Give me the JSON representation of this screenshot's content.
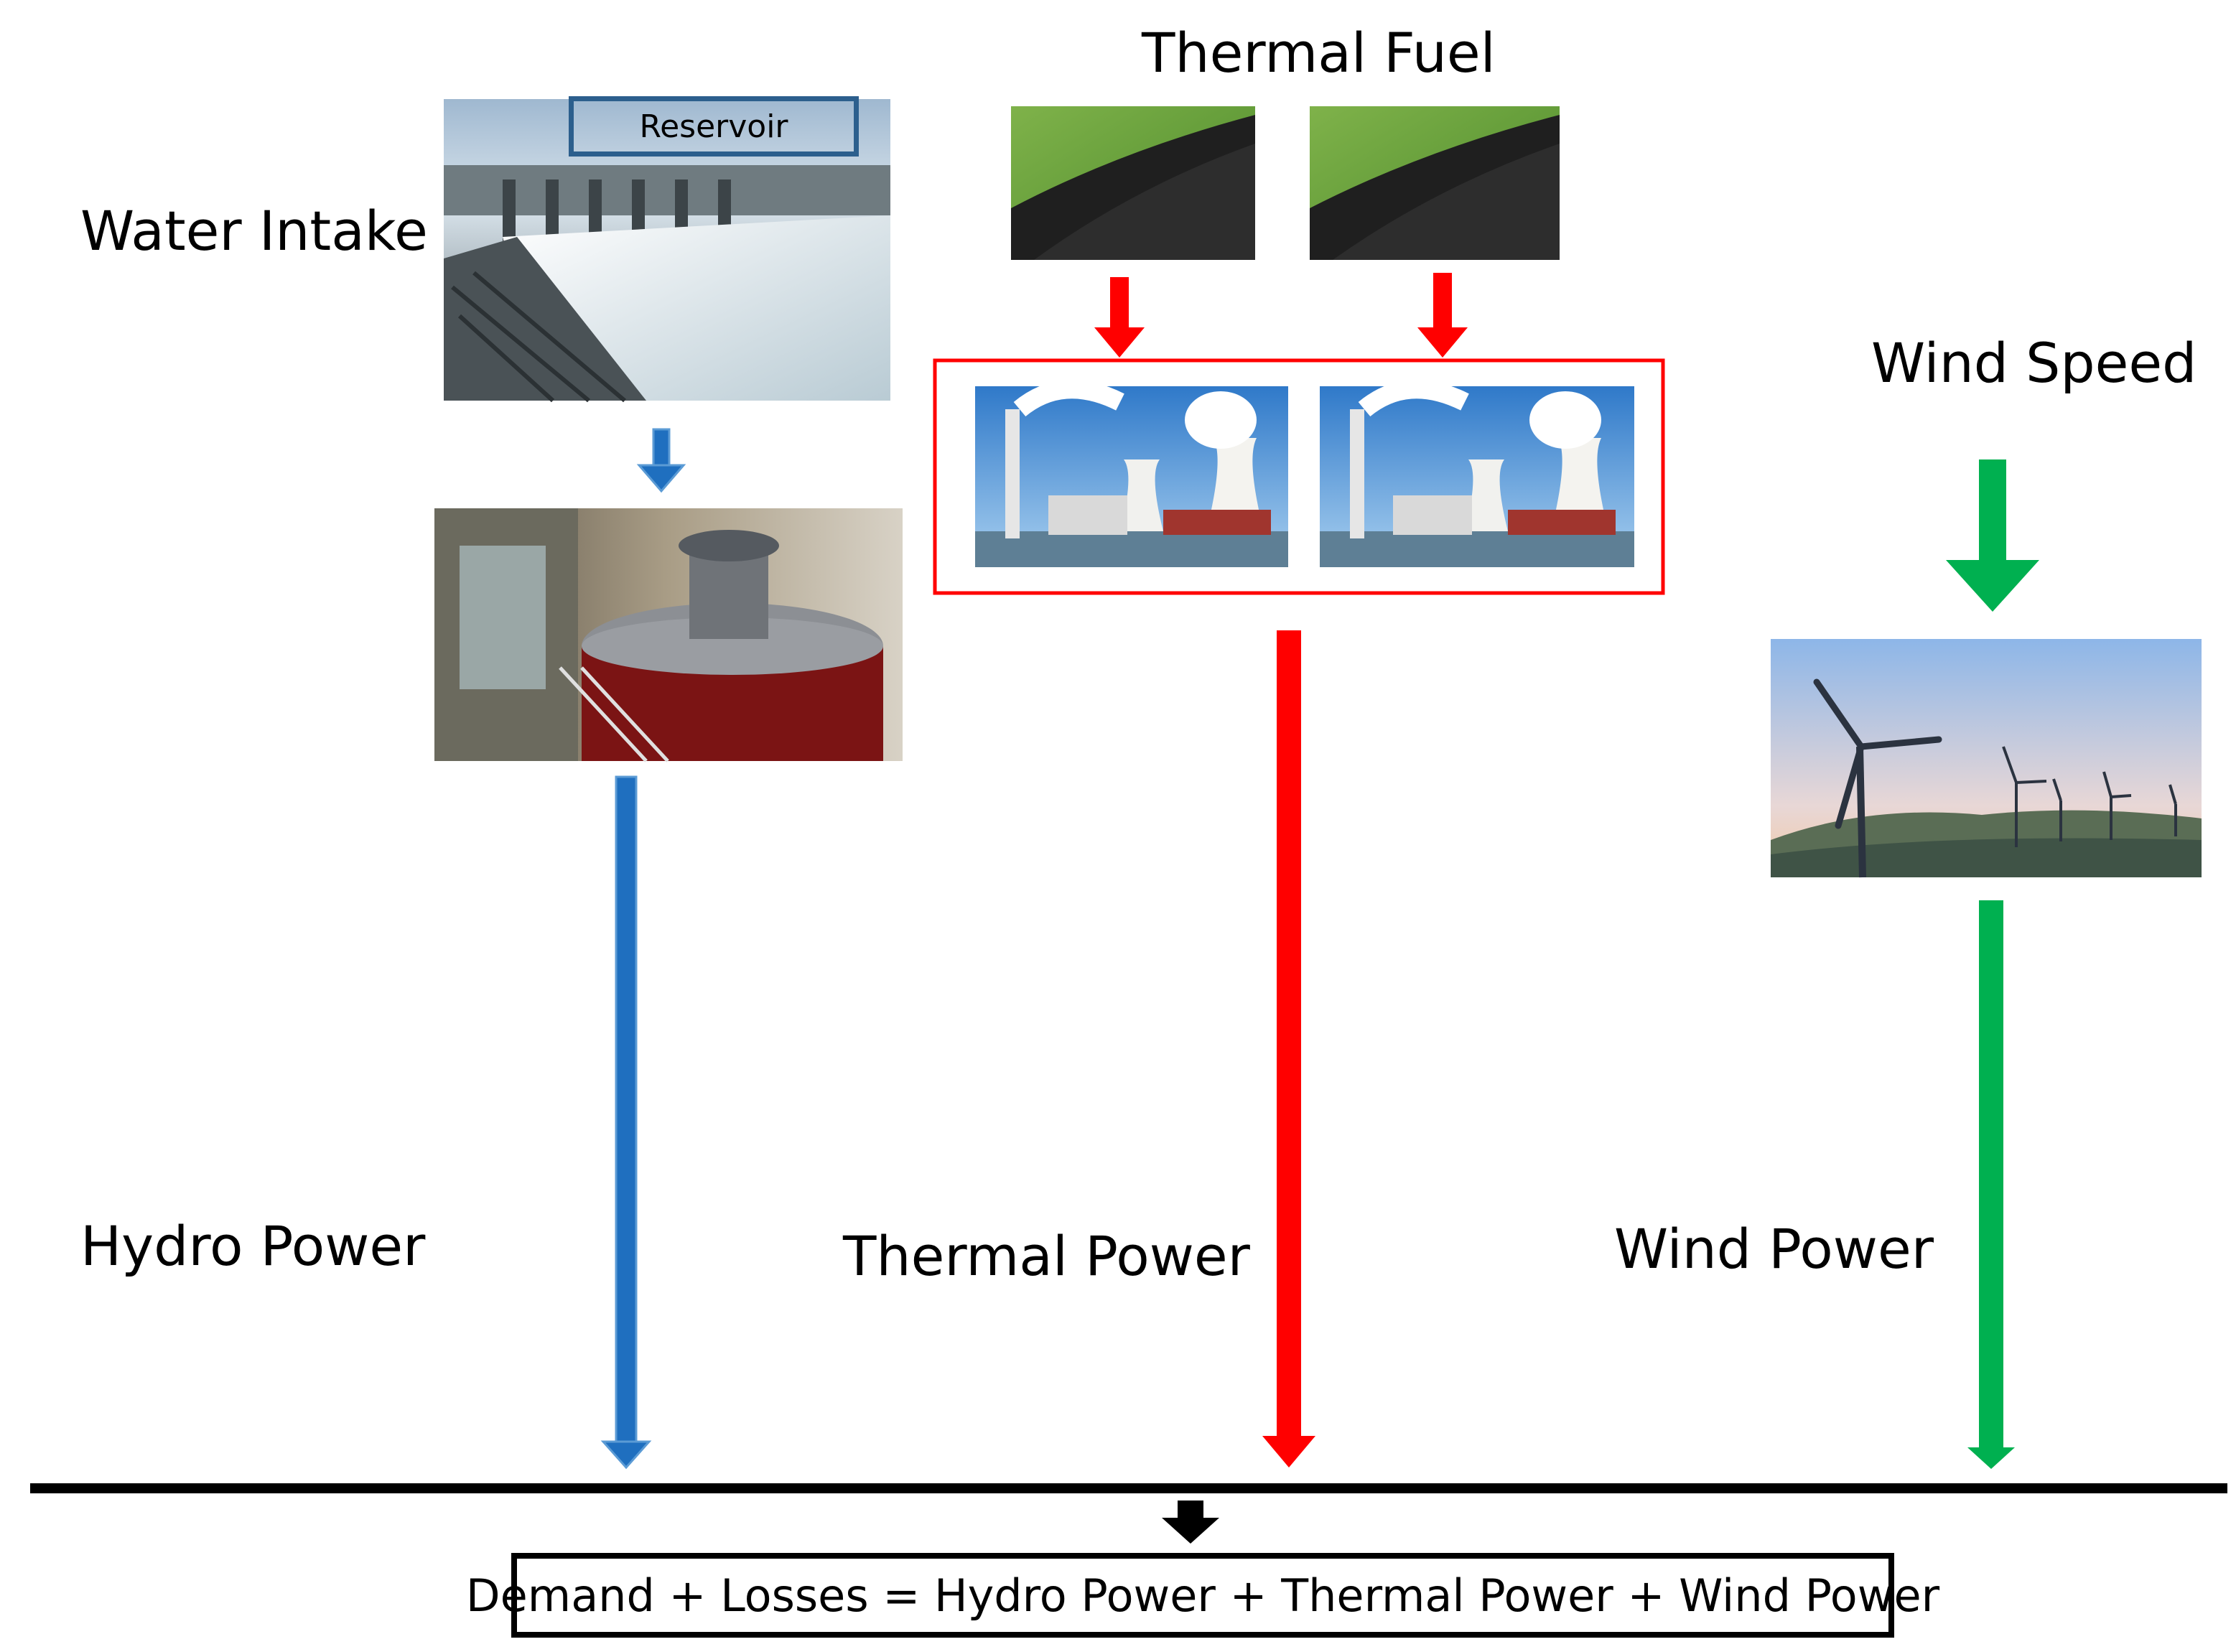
{
  "labels": {
    "water_intake": "Water Intake",
    "reservoir": "Reservoir",
    "thermal_fuel": "Thermal Fuel",
    "wind_speed": "Wind Speed",
    "hydro_power": "Hydro Power",
    "thermal_power": "Thermal Power",
    "wind_power": "Wind Power",
    "equation": "Demand + Losses = Hydro Power + Thermal Power + Wind Power"
  },
  "colors": {
    "hydro_arrow": "#1f6fbf",
    "thermal_arrow": "#ff0000",
    "wind_arrow": "#00b050",
    "bus_line": "#000000",
    "plant_group_border": "#ff0000",
    "reservoir_border": "#2c5f8d"
  }
}
